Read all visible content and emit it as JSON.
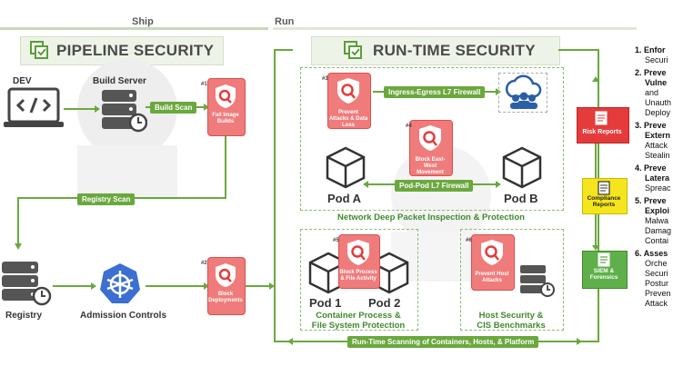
{
  "phases": {
    "ship": "Ship",
    "run": "Run"
  },
  "pipeline": {
    "title": "PIPELINE SECURITY",
    "dev": "DEV",
    "build_server": "Build Server",
    "build_scan": "Build Scan",
    "fail_badge": "#1",
    "fail_label": "Fail Image Builds",
    "registry_scan": "Registry Scan",
    "registry": "Registry",
    "admission": "Admission Controls",
    "block_badge": "#2",
    "block_label": "Block Deployments"
  },
  "runtime": {
    "title": "RUN-TIME SECURITY",
    "prevent_badge": "#3",
    "prevent_label": "Prevent Attacks & Data Loss",
    "ingress": "Ingress-Egress L7 Firewall",
    "eastwest_badge": "#4",
    "eastwest_label": "Block East-West Movement",
    "pod_firewall": "Pod-Pod L7 Firewall",
    "pod_a": "Pod A",
    "pod_b": "Pod B",
    "ndpi": "Network Deep Packet Inspection & Protection",
    "container_badge": "#5",
    "container_label": "Block Process & File Activity",
    "pod_1": "Pod 1",
    "pod_2": "Pod 2",
    "container_caption_1": "Container Process &",
    "container_caption_2": "File System Protection",
    "host_badge": "#6",
    "host_label": "Prevent Host Attacks",
    "host_caption_1": "Host Security &",
    "host_caption_2": "CIS Benchmarks",
    "runtime_scan": "Run-Time Scanning of Containers, Hosts, & Platform"
  },
  "reports": {
    "risk": "Risk Reports",
    "compliance": "Compliance Reports",
    "siem": "SIEM & Forensics"
  },
  "sidebar": [
    {
      "num": "1.",
      "head": "Enfor",
      "rest": [
        "Securi"
      ]
    },
    {
      "num": "2.",
      "head": "Preve",
      "rest2": "Vulne",
      "rest": [
        "and",
        "Unauth",
        "Deploy"
      ]
    },
    {
      "num": "3.",
      "head": "Preve",
      "rest2": "Extern",
      "rest": [
        "Attack",
        "Stealin"
      ]
    },
    {
      "num": "4.",
      "head": "Preve",
      "rest2": "Latera",
      "rest": [
        "Spreac"
      ]
    },
    {
      "num": "5.",
      "head": "Preve",
      "rest2": "Exploi",
      "rest": [
        "Malwa",
        "Damag",
        "Contai"
      ]
    },
    {
      "num": "6.",
      "head": "Asses",
      "rest": [
        "Orche",
        "Securi",
        "Postur",
        "Preven",
        "Attack"
      ]
    }
  ],
  "colors": {
    "green": "#6aa83e",
    "red": "#e53b3b",
    "yellow": "#f5e51c",
    "pink": "#f07b7b"
  }
}
